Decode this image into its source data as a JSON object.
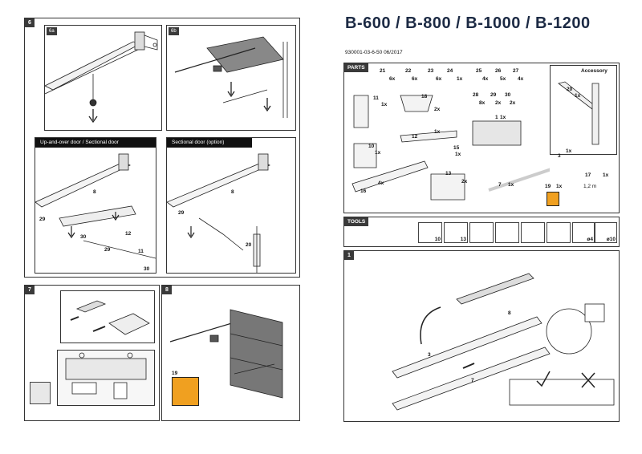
{
  "left_page": {
    "step6": {
      "tab": "6",
      "sub_a": "6a",
      "sub_b": "6b",
      "box_left_title": "Up-and-over door / Sectional door",
      "box_right_title": "Sectional door (option)",
      "labels_left": {
        "p8": "8",
        "p29": "29",
        "p30": "30",
        "p12": "12",
        "p11": "11",
        "p29b": "29",
        "p30b": "30"
      },
      "labels_right": {
        "p8": "8",
        "p29": "29",
        "p20": "20"
      }
    },
    "step7": {
      "tab": "7"
    },
    "step8": {
      "tab": "8",
      "warn_label": "19"
    }
  },
  "right_page": {
    "title": "B-600 / B-800 / B-1000 / B-1200",
    "doc_number": "930001-03-6-50  06/2017",
    "parts": {
      "tab": "PARTS",
      "accessory": "Accessory",
      "items": [
        {
          "n": "21",
          "q": "6x"
        },
        {
          "n": "22",
          "q": "6x"
        },
        {
          "n": "23",
          "q": "6x"
        },
        {
          "n": "24",
          "q": "1x"
        },
        {
          "n": "25",
          "q": "4x"
        },
        {
          "n": "26",
          "q": "5x"
        },
        {
          "n": "27",
          "q": "4x"
        },
        {
          "n": "28",
          "q": "8x"
        },
        {
          "n": "29",
          "q": "2x"
        },
        {
          "n": "30",
          "q": "2x"
        },
        {
          "n": "11",
          "q": "1x"
        },
        {
          "n": "18",
          "q": "2x"
        },
        {
          "n": "1",
          "q": "1x"
        },
        {
          "n": "12",
          "q": "1x"
        },
        {
          "n": "10",
          "q": "1x"
        },
        {
          "n": "15",
          "q": "1x"
        },
        {
          "n": "16",
          "q": "4x"
        },
        {
          "n": "13",
          "q": "2x"
        },
        {
          "n": "3",
          "q": "1x"
        },
        {
          "n": "7",
          "q": "1x"
        },
        {
          "n": "19",
          "q": "1x"
        },
        {
          "n": "17",
          "q": "1x"
        },
        {
          "n": "20",
          "q": "1x"
        }
      ],
      "cable": "1,2 m"
    },
    "tools": {
      "tab": "TOOLS",
      "sizes": [
        "10",
        "13",
        "",
        "",
        "",
        "",
        "ø4",
        "ø10"
      ]
    },
    "step1": {
      "tab": "1",
      "labels": {
        "p8": "8",
        "p3": "3",
        "p7": "7"
      }
    }
  }
}
